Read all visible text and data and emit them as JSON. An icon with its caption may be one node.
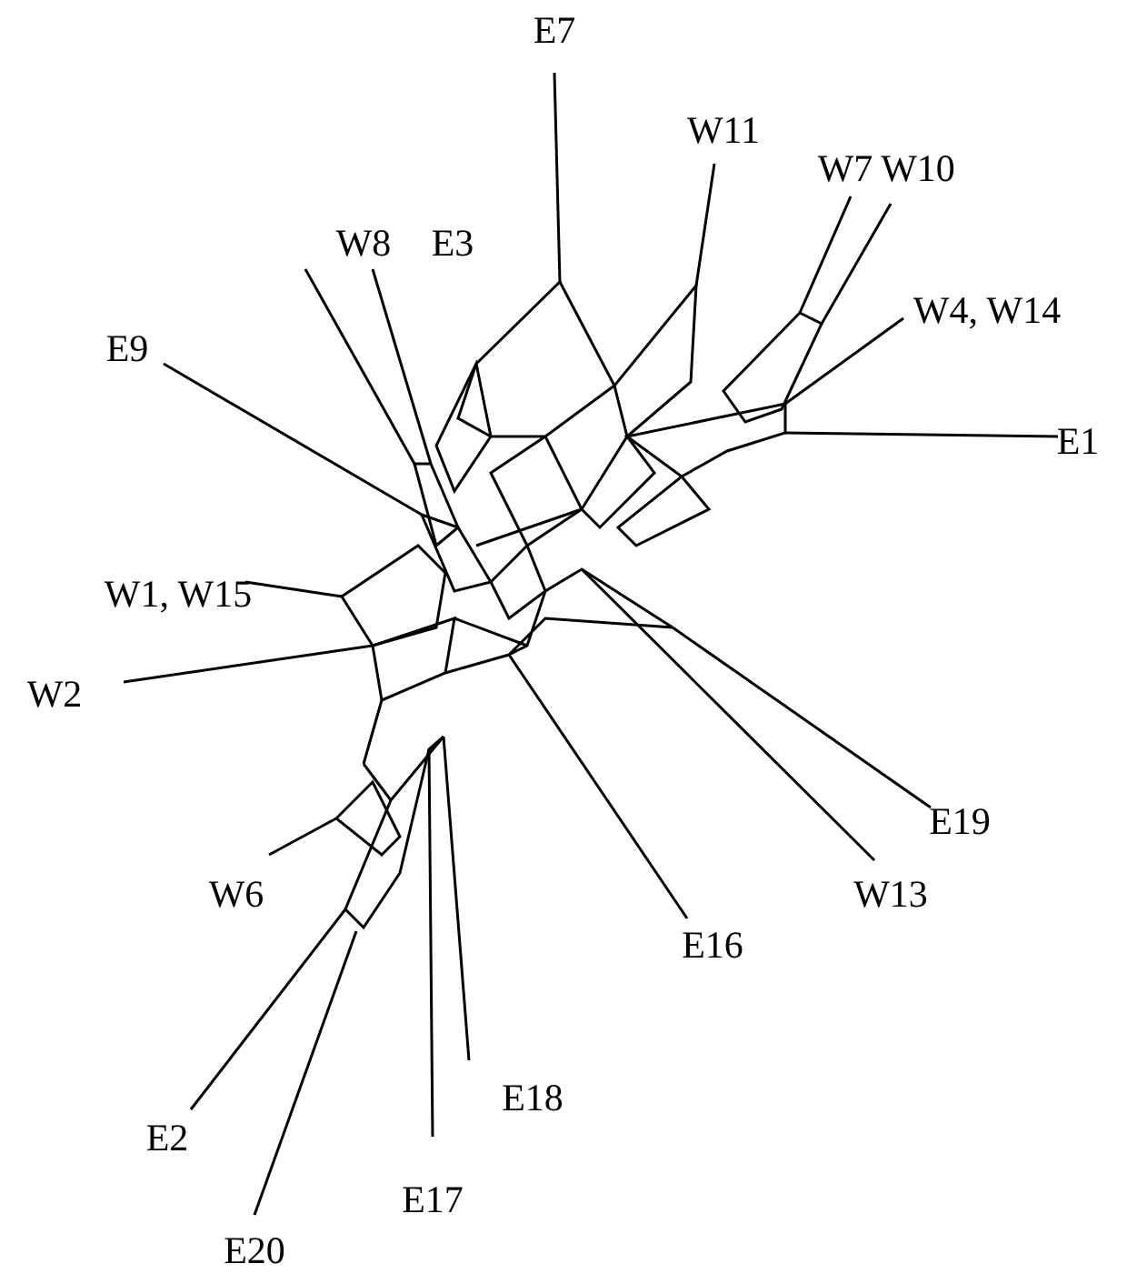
{
  "diagram": {
    "labels": [
      "E7",
      "W11",
      "W7",
      "W10",
      "W8",
      "E3",
      "W4, W14",
      "E9",
      "E1",
      "W1, W15",
      "W2",
      "E19",
      "W13",
      "W6",
      "E16",
      "E18",
      "E2",
      "E17",
      "E20"
    ]
  }
}
